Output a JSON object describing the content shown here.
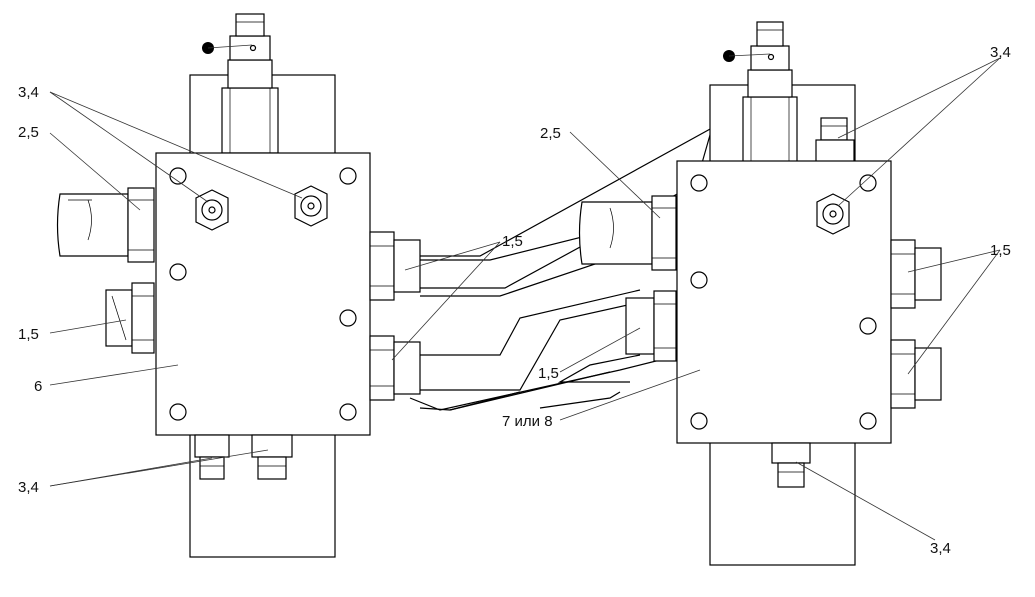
{
  "diagram": {
    "labels": {
      "left_top_fitting": "3,4",
      "left_union": "2,5",
      "left_side_fitting": "1,5",
      "left_block": "6",
      "left_bottom_fittings": "3,4",
      "mid_union": "2,5",
      "mid_fittings_upper": "1,5",
      "mid_fittings_lower": "1,5",
      "hoses": "7 или 8",
      "right_top_fittings": "3,4",
      "right_side_fittings": "1,5",
      "right_bottom_fitting": "3,4"
    }
  }
}
